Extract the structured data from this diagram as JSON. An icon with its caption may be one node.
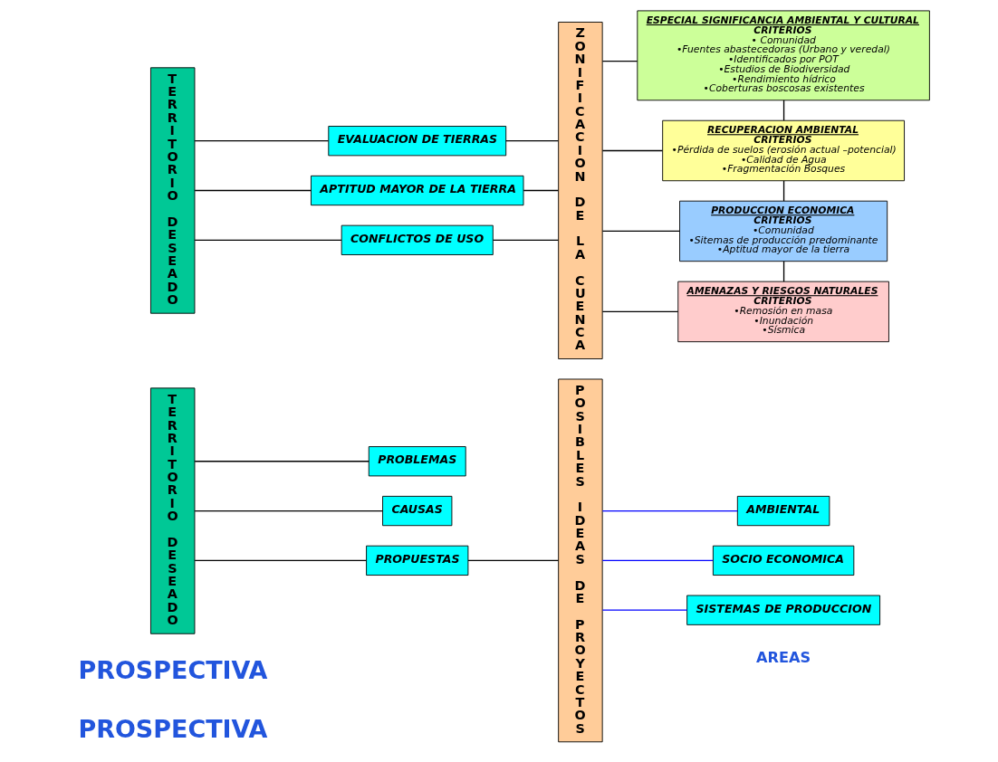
{
  "diagram": {
    "nodes": [
      {
        "text": [
          "TERRITORIO DESEADO"
        ]
      },
      {
        "text": [
          "PROBLEMAS"
        ]
      },
      {
        "text": [
          "CAUSAS"
        ]
      },
      {
        "text": [
          "PROPUESTAS"
        ]
      },
      {
        "text": [
          "POSIBLES IDEAS DE PROYECTOS"
        ]
      },
      {
        "text": [
          "AMBIENTAL"
        ]
      },
      {
        "text": [
          "SOCIO ECONOMICA"
        ]
      },
      {
        "text": [
          "SISTEMAS DE PRODUCCION"
        ]
      },
      {
        "text": [
          "TERRITORIO DESEADO"
        ]
      },
      {
        "text": [
          "EVALUACION DE TIERRAS"
        ]
      },
      {
        "text": [
          "APTITUD MAYOR DE LA TIERRA"
        ]
      },
      {
        "text": [
          "CONFLICTOS DE USO"
        ]
      },
      {
        "text": [
          "ZONIFICACION DE LA CUENCA"
        ]
      },
      {
        "text": [
          "ESPECIAL SIGNIFICANCIA AMBIENTAL Y CULTURAL",
          "CRITERIOS",
          "• Comunidad",
          "•Fuentes abastecedoras (Urbano y veredal)",
          "•Identificados por POT",
          "•Estudios de Biodiversidad",
          "•Rendimiento hídrico",
          "•Coberturas boscosas existentes"
        ]
      },
      {
        "text": [
          "RECUPERACION AMBIENTAL",
          "CRITERIOS",
          "•Pérdida de suelos (erosión actual –potencial)",
          "•Calidad de Agua",
          "•Fragmentación Bosques"
        ]
      },
      {
        "text": [
          "PRODUCCION ECONOMICA",
          "CRITERIOS",
          "•Comunidad",
          "•Sitemas de producción predominante",
          "•Aptitud mayor de la tierra"
        ]
      },
      {
        "text": [
          "AMENAZAS Y RIESGOS NATURALES",
          "CRITERIOS",
          "•Remosión en masa",
          "•Inundación",
          "•Sísmica"
        ]
      }
    ],
    "edges": [
      {
        "from": 0,
        "to": 1,
        "arrow": "none"
      },
      {
        "from": 0,
        "to": 2,
        "arrow": "none"
      },
      {
        "from": 0,
        "to": 3,
        "arrow": "none"
      },
      {
        "from": 3,
        "to": 4,
        "arrow": "none"
      },
      {
        "from": 4,
        "to": 5,
        "arrow": "none",
        "color": "#0000ff"
      },
      {
        "from": 4,
        "to": 6,
        "arrow": "none",
        "color": "#0000ff"
      },
      {
        "from": 4,
        "to": 7,
        "arrow": "none",
        "color": "#0000ff"
      },
      {
        "from": 8,
        "to": 9,
        "arrow": "none"
      },
      {
        "from": 8,
        "to": 10,
        "arrow": "none"
      },
      {
        "from": 8,
        "to": 11,
        "arrow": "none"
      },
      {
        "from": 9,
        "to": 12,
        "arrow": "none"
      },
      {
        "from": 10,
        "to": 12,
        "arrow": "none"
      },
      {
        "from": 11,
        "to": 12,
        "arrow": "none"
      },
      {
        "from": 12,
        "to": 13,
        "arrow": "none"
      },
      {
        "from": 12,
        "to": 14,
        "arrow": "none"
      },
      {
        "from": 12,
        "to": 15,
        "arrow": "none"
      },
      {
        "from": 12,
        "to": 16,
        "arrow": "none"
      },
      {
        "from": 13,
        "to": 14,
        "arrow": "none"
      },
      {
        "from": 14,
        "to": 15,
        "arrow": "none"
      },
      {
        "from": 15,
        "to": 16,
        "arrow": "none"
      }
    ],
    "labels": [
      "PROSPECTIVA",
      "PROSPECTIVA",
      "AREAS"
    ]
  }
}
